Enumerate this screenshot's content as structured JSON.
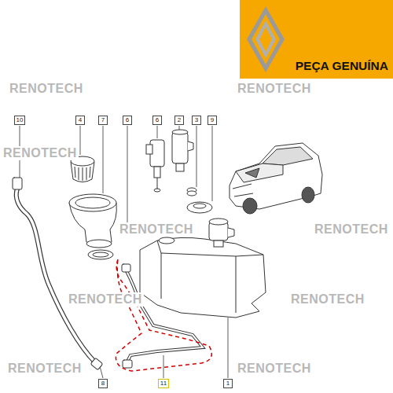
{
  "diagram": {
    "nodes": [
      {
        "text": [
          "PEÇA GENUÍNA"
        ]
      },
      {
        "text": [
          "10"
        ]
      },
      {
        "text": [
          "4"
        ]
      },
      {
        "text": [
          "7"
        ]
      },
      {
        "text": [
          "6"
        ]
      },
      {
        "text": [
          "6"
        ]
      },
      {
        "text": [
          "2"
        ]
      },
      {
        "text": [
          "3"
        ]
      },
      {
        "text": [
          "9"
        ]
      },
      {
        "text": [
          "8"
        ]
      },
      {
        "text": [
          "11"
        ]
      },
      {
        "text": [
          "1"
        ]
      }
    ],
    "labels": [
      "RENOTECH",
      "RENOTECH",
      "RENOTECH",
      "RENOTECH",
      "RENOTECH",
      "RENOTECH",
      "RENOTECH",
      "RENOTECH",
      "RENOTECH"
    ]
  }
}
